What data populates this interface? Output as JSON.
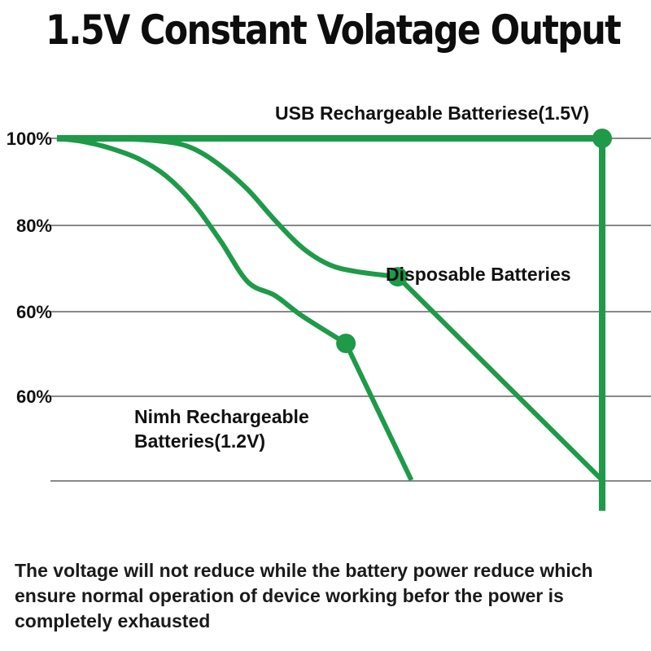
{
  "chart_data": {
    "type": "line",
    "title": "1.5V Constant Volatage Output",
    "y_tick_labels": [
      "100%",
      "80%",
      "60%",
      "60%",
      ""
    ],
    "x_axis": "",
    "y_axis": "",
    "grid": true,
    "series": [
      {
        "name": "USB Rechargeable Batteriese(1.5V)",
        "x": [
          0,
          100,
          100
        ],
        "y": [
          100,
          100,
          -9
        ],
        "marker": [
          100,
          100
        ]
      },
      {
        "name": "Disposable Batteries",
        "x": [
          0,
          10,
          20,
          25,
          30,
          35,
          40,
          45,
          50,
          55,
          62.5,
          100
        ],
        "y": [
          100,
          100,
          99,
          97,
          92,
          85,
          76,
          68,
          63,
          61,
          59.5,
          0
        ],
        "marker": [
          62.5,
          59.5
        ]
      },
      {
        "name": "Nimh Rechargeable Batteries(1.2V)",
        "x": [
          0,
          5,
          10,
          15,
          20,
          25,
          30,
          35,
          40,
          45,
          53,
          65
        ],
        "y": [
          100,
          99,
          97,
          94,
          89,
          81,
          70,
          58,
          54,
          48,
          40,
          0
        ],
        "marker": [
          53,
          40
        ]
      }
    ],
    "colors": {
      "line": "#1e9a48",
      "grid": "#888888",
      "text": "#111111"
    }
  },
  "caption": "The voltage will not reduce while the battery power reduce which ensure normal operation of device working befor the power is completely exhausted"
}
